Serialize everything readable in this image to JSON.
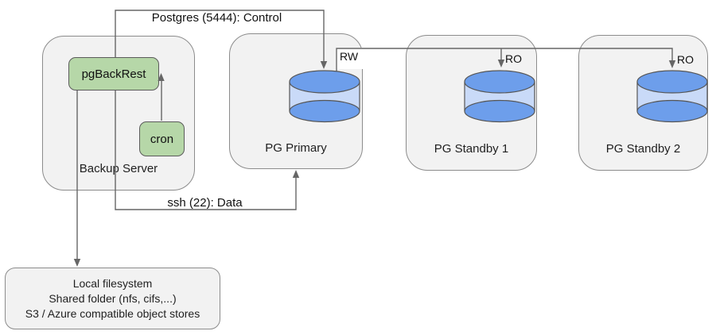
{
  "nodes": {
    "backup_server": {
      "label": "Backup Server"
    },
    "pgbackrest": {
      "label": "pgBackRest"
    },
    "cron": {
      "label": "cron"
    },
    "pg_primary": {
      "label": "PG Primary"
    },
    "pg_standby_1": {
      "label": "PG Standby 1"
    },
    "pg_standby_2": {
      "label": "PG Standby 2"
    },
    "storage": {
      "lines": [
        "Local filesystem",
        "Shared folder (nfs, cifs,...)",
        "S3 / Azure compatible object stores"
      ]
    }
  },
  "edges": {
    "control": {
      "label": "Postgres (5444): Control"
    },
    "ssh": {
      "label": "ssh (22): Data"
    },
    "rw": {
      "label": "RW"
    },
    "ro_standby_1": {
      "label": "RO"
    },
    "ro_standby_2": {
      "label": "RO"
    }
  },
  "colors": {
    "box_fill": "#f2f2f2",
    "box_border": "#8c8c8c",
    "node_green": "#b6d7a8",
    "node_green_border": "#5b5b5b",
    "db_blue": "#6d9eeb",
    "db_blue_light": "#c9daf8",
    "db_stroke": "#565656",
    "line": "#666666",
    "text": "#1f1f1f"
  }
}
